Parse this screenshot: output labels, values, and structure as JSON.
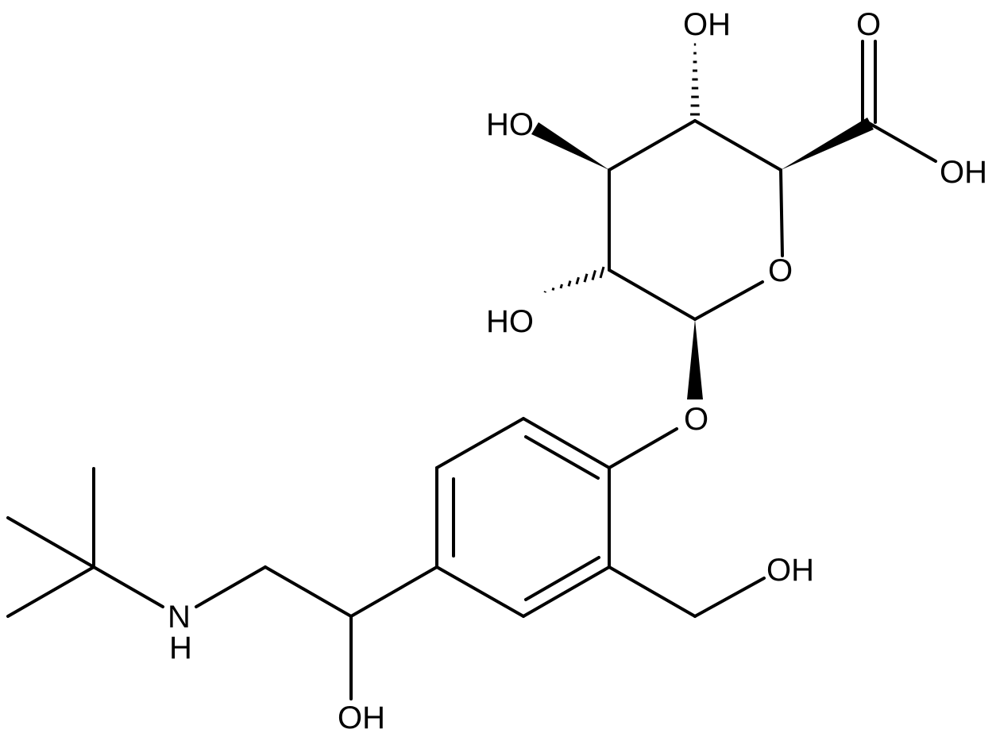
{
  "molecule": {
    "atoms": {
      "oh_c3": "OH",
      "o_carbonyl": "O",
      "oh_c4": "HO",
      "oh_acid": "OH",
      "o_ring": "O",
      "oh_c2": "HO",
      "o_glycosidic": "O",
      "oh_benzylic": "OH",
      "nh_n": "N",
      "nh_h": "H",
      "oh_chain": "OH"
    },
    "colors": {
      "ink": "#000000",
      "background": "#ffffff"
    }
  }
}
